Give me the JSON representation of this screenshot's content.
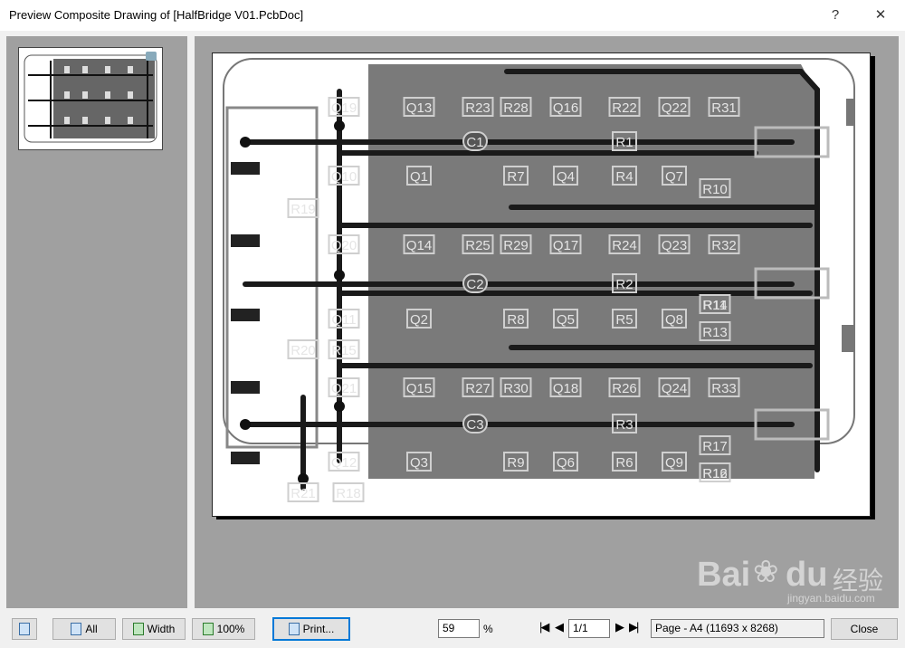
{
  "window": {
    "title": "Preview Composite Drawing of [HalfBridge V01.PcbDoc]",
    "help_glyph": "?",
    "close_glyph": "✕"
  },
  "pcb": {
    "cap_labels": [
      "C1",
      "C2",
      "C3"
    ],
    "transistor_labels": [
      "Q1",
      "Q2",
      "Q3",
      "Q4",
      "Q5",
      "Q6",
      "Q7",
      "Q8",
      "Q9",
      "Q10",
      "Q11",
      "Q12",
      "Q13",
      "Q14",
      "Q15",
      "Q16",
      "Q17",
      "Q18",
      "Q19",
      "Q20",
      "Q21",
      "Q22",
      "Q23",
      "Q24"
    ],
    "resistor_labels": [
      "R1",
      "R2",
      "R3",
      "R4",
      "R5",
      "R6",
      "R7",
      "R8",
      "R9",
      "R10",
      "R11",
      "R12",
      "R13",
      "R14",
      "R15",
      "R16",
      "R17",
      "R18",
      "R19",
      "R20",
      "R21",
      "R22",
      "R23",
      "R24",
      "R25",
      "R26",
      "R27",
      "R28",
      "R29",
      "R30",
      "R31",
      "R32",
      "R33"
    ]
  },
  "toolbar": {
    "all_label": "All",
    "width_label": "Width",
    "percent_label": "100%",
    "print_label": "Print...",
    "zoom_value": "59",
    "zoom_unit": "%",
    "first_glyph": "|◀",
    "prev_glyph": "◀",
    "page_value": "1/1",
    "next_glyph": "▶",
    "last_glyph": "▶|",
    "page_info": "Page - A4 (11693 x 8268)",
    "close_label": "Close"
  },
  "watermark": {
    "text": "Bai",
    "text2": "du",
    "cn": "经验",
    "url": "jingyan.baidu.com"
  }
}
